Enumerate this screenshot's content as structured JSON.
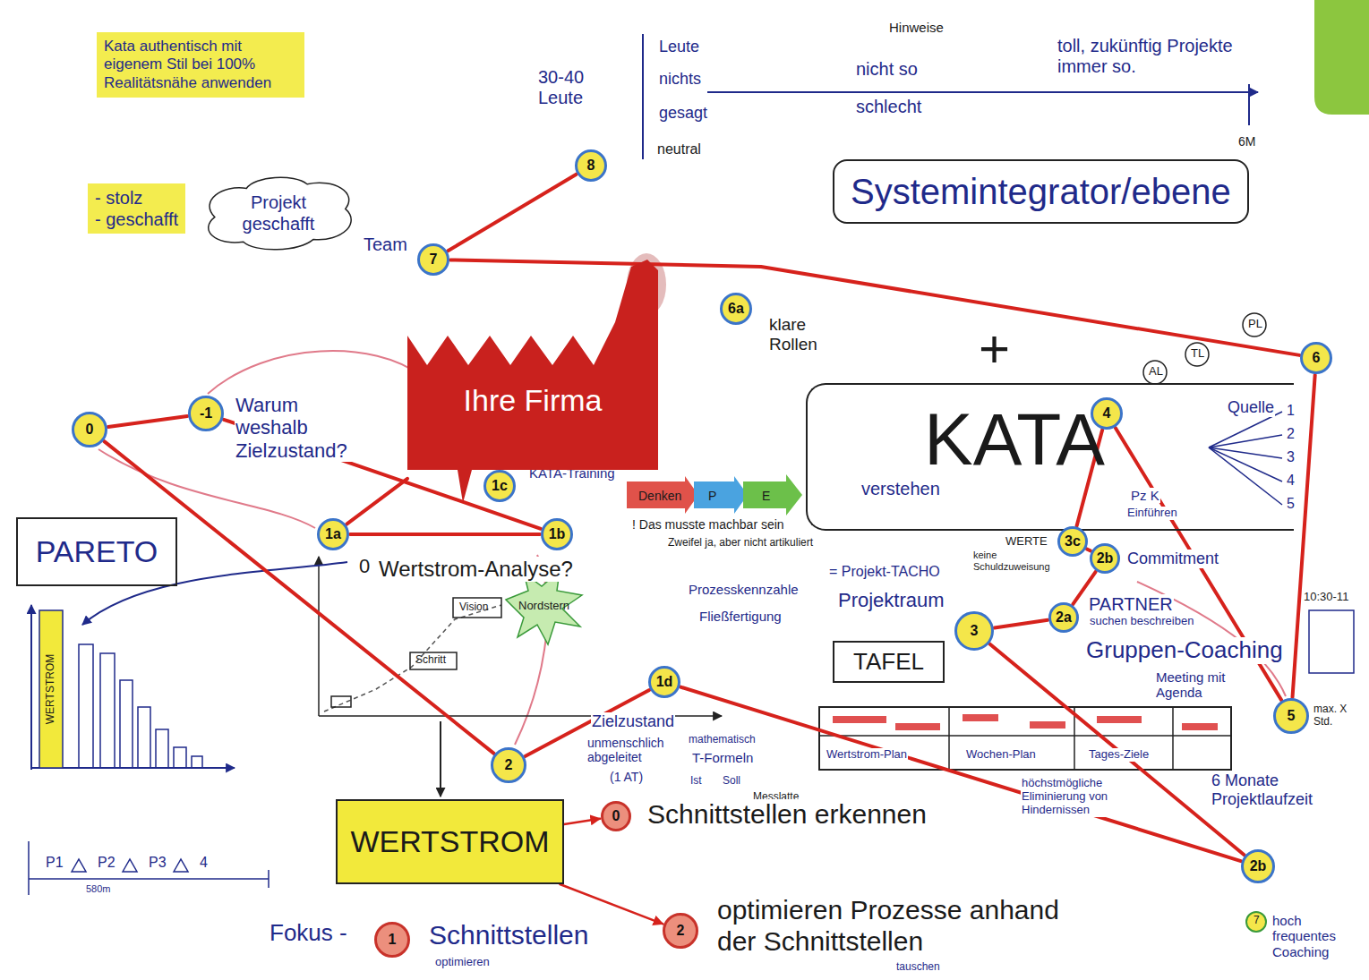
{
  "diagram": {
    "nodes": [
      {
        "text": [
          "Kata authentisch mit eigenem Stil bei 100% Realitätsnähe anwenden"
        ]
      },
      {
        "text": [
          "- stolz",
          "- geschafft"
        ]
      },
      {
        "text": [
          "Projekt geschafft"
        ]
      },
      {
        "text": [
          "8"
        ]
      },
      {
        "text": [
          "7"
        ]
      },
      {
        "text": [
          "Systemintegrator/ebene"
        ]
      },
      {
        "text": [
          "6a"
        ]
      },
      {
        "text": [
          "6"
        ]
      },
      {
        "text": [
          "Ihre Firma"
        ]
      },
      {
        "text": [
          "-1"
        ]
      },
      {
        "text": [
          "0"
        ]
      },
      {
        "text": [
          "KATA",
          "verstehen"
        ]
      },
      {
        "text": [
          "4"
        ]
      },
      {
        "text": [
          "1c"
        ]
      },
      {
        "text": [
          "1a"
        ]
      },
      {
        "text": [
          "1b"
        ]
      },
      {
        "text": [
          "PARETO"
        ]
      },
      {
        "text": [
          "3c"
        ]
      },
      {
        "text": [
          "2b"
        ]
      },
      {
        "text": [
          "2a"
        ]
      },
      {
        "text": [
          "3"
        ]
      },
      {
        "text": [
          "TAFEL"
        ]
      },
      {
        "text": [
          "1d"
        ]
      },
      {
        "text": [
          "5"
        ]
      },
      {
        "text": [
          "2"
        ]
      },
      {
        "text": [
          "2b"
        ]
      },
      {
        "text": [
          "WERTSTROM"
        ]
      },
      {
        "text": [
          "0"
        ]
      },
      {
        "text": [
          "1"
        ]
      },
      {
        "text": [
          "2"
        ]
      }
    ],
    "edges": [
      {
        "from": 3,
        "to": 4,
        "arrow": "none"
      },
      {
        "from": 4,
        "to": 7,
        "arrow": "none"
      },
      {
        "from": 7,
        "to": 23,
        "arrow": "none"
      },
      {
        "from": 23,
        "to": 12,
        "arrow": "none"
      },
      {
        "from": 12,
        "to": 17,
        "arrow": "none"
      },
      {
        "from": 17,
        "to": 18,
        "arrow": "none"
      },
      {
        "from": 18,
        "to": 19,
        "arrow": "none"
      },
      {
        "from": 19,
        "to": 20,
        "arrow": "none"
      },
      {
        "from": 20,
        "to": 25,
        "arrow": "none"
      },
      {
        "from": 25,
        "to": 22,
        "arrow": "none"
      },
      {
        "from": 22,
        "to": 24,
        "arrow": "none"
      },
      {
        "from": 24,
        "to": 10,
        "arrow": "none"
      },
      {
        "from": 10,
        "to": 9,
        "arrow": "none"
      },
      {
        "from": 9,
        "to": 15,
        "arrow": "none"
      },
      {
        "from": 15,
        "to": 14,
        "arrow": "none"
      },
      {
        "from": 14,
        "to": 8,
        "arrow": "none"
      },
      {
        "from": 26,
        "to": 27,
        "arrow": "to"
      },
      {
        "from": 26,
        "to": 29,
        "arrow": "to"
      }
    ],
    "labels": [
      "30-40 Leute",
      "Leute",
      "nichts",
      "gesagt",
      "neutral",
      "Hinweise",
      "nicht so",
      "schlecht",
      "toll, zukünftig Projekte immer so.",
      "6M",
      "Team",
      "klare Rollen",
      "+",
      "PL",
      "TL",
      "AL",
      "Quelle",
      "1",
      "2",
      "3",
      "4",
      "5",
      "Warum weshalb Zielzustand?",
      "KATA-Training",
      "Denken",
      "P",
      "E",
      "! Das musste machbar sein",
      "Zweifel ja, aber nicht artikuliert",
      "0",
      "Wertstrom-Analyse?",
      "Prozesskennzahle",
      "Fließfertigung",
      "Vision",
      "Nordstern",
      "Schritt",
      "Pz K",
      "Einführen",
      "Commitment",
      "WERTE",
      "keine Schuldzuweisung",
      "= Projekt-TACHO",
      "Projektraum",
      "PARTNER",
      "suchen beschreiben",
      "Gruppen-Coaching",
      "Meeting mit Agenda",
      "10:30-11",
      "max. X Std.",
      "Zielzustand",
      "unmenschlich abgeleitet",
      "(1 AT)",
      "mathematisch",
      "T-Formeln",
      "Ist",
      "Soll",
      "Messlatte",
      "Wertstrom-Plan",
      "Wochen-Plan",
      "Tages-Ziele",
      "höchstmögliche Eliminierung von Hindernissen",
      "6 Monate Projektlaufzeit",
      "7",
      "hoch frequentes Coaching",
      "WERTSTROM",
      "P1",
      "P2",
      "P3",
      "4",
      "580m",
      "Fokus -",
      "Schnittstellen",
      "optimieren",
      "Schnittstellen erkennen",
      "optimieren Prozesse anhand der Schnittstellen",
      "tauschen"
    ]
  }
}
